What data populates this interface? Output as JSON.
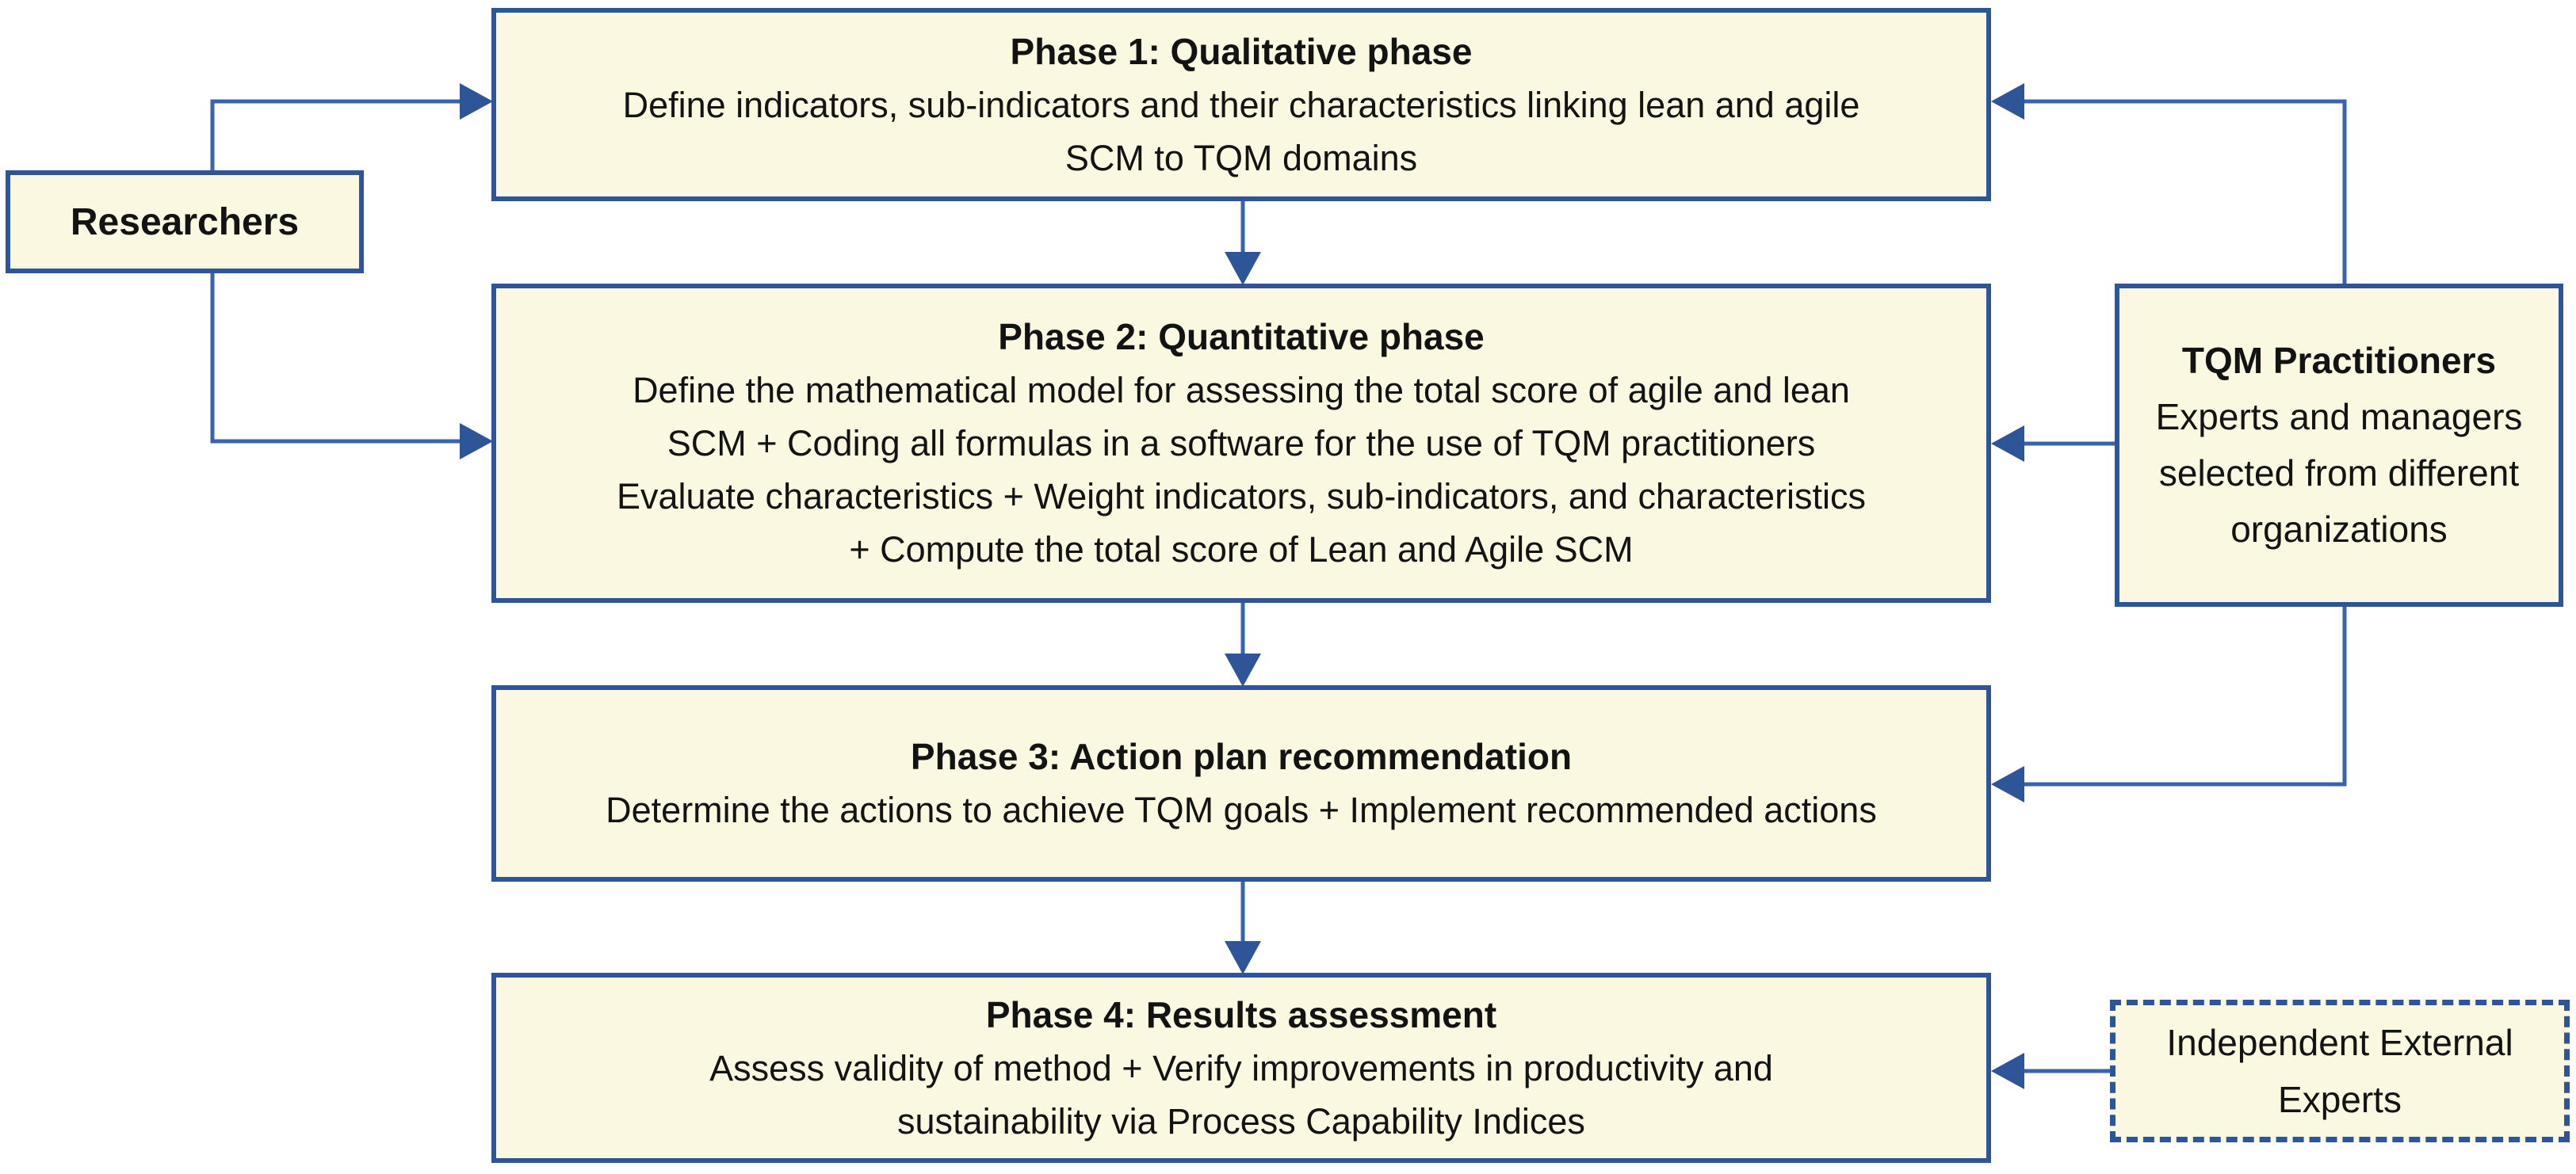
{
  "colors": {
    "background": "#ffffff",
    "box_fill": "#faf8e1",
    "border_blue": "#2e5597",
    "line_blue": "#3a63ac",
    "text": "#131313"
  },
  "boxes": {
    "researchers": {
      "label": "Researchers"
    },
    "phase1": {
      "title": "Phase 1: Qualitative phase",
      "body": "Define indicators, sub-indicators and their characteristics linking lean and agile\nSCM to TQM domains"
    },
    "phase2": {
      "title": "Phase 2: Quantitative phase",
      "body": "Define the mathematical model for assessing the total score of agile and lean\nSCM  +  Coding all formulas in a software for the use of TQM practitioners\nEvaluate characteristics + Weight indicators, sub-indicators, and characteristics\n+ Compute the total score of Lean and Agile SCM"
    },
    "phase3": {
      "title": "Phase 3: Action plan recommendation",
      "body": "Determine the actions to achieve TQM goals + Implement recommended actions"
    },
    "phase4": {
      "title": "Phase 4: Results assessment",
      "body": "Assess validity of method + Verify improvements in productivity and\nsustainability via Process Capability Indices"
    },
    "tqm": {
      "title": "TQM Practitioners",
      "body": "Experts and managers\nselected from different\norganizations"
    },
    "external": {
      "label": "Independent External\nExperts"
    }
  }
}
